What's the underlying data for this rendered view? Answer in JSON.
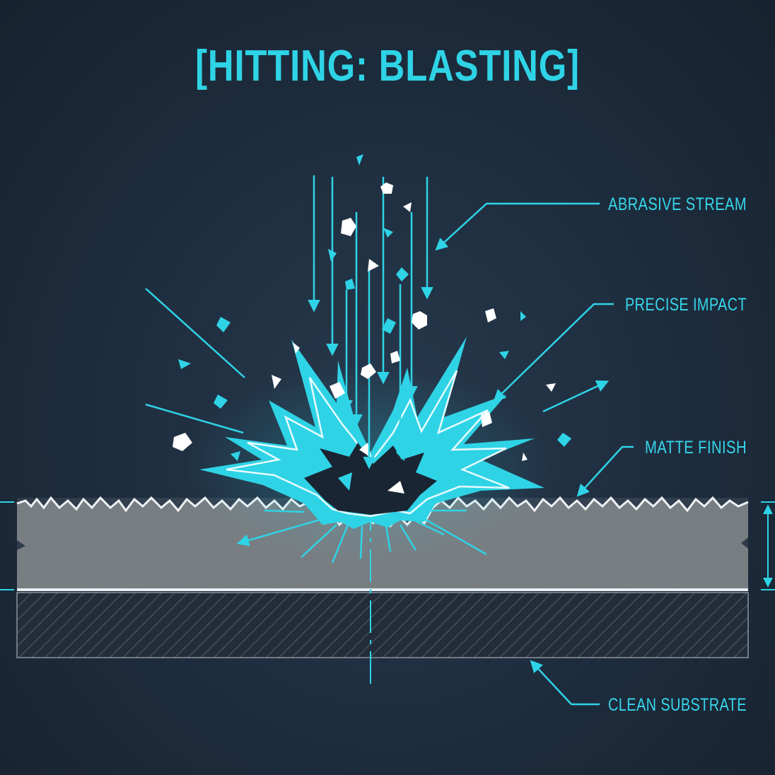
{
  "title": "[HITTING: BLASTING]",
  "labels": {
    "abrasive_stream": "ABRASIVE STREAM",
    "precise_impact": "PRECISE IMPACT",
    "matte_finish": "MATTE FINISH",
    "clean_substrate": "CLEAN SUBSTRATE"
  },
  "colors": {
    "accent": "#2fd3e6",
    "background": "#1d2c3d",
    "coating": "#7b8084",
    "substrate": "#2a3542"
  }
}
